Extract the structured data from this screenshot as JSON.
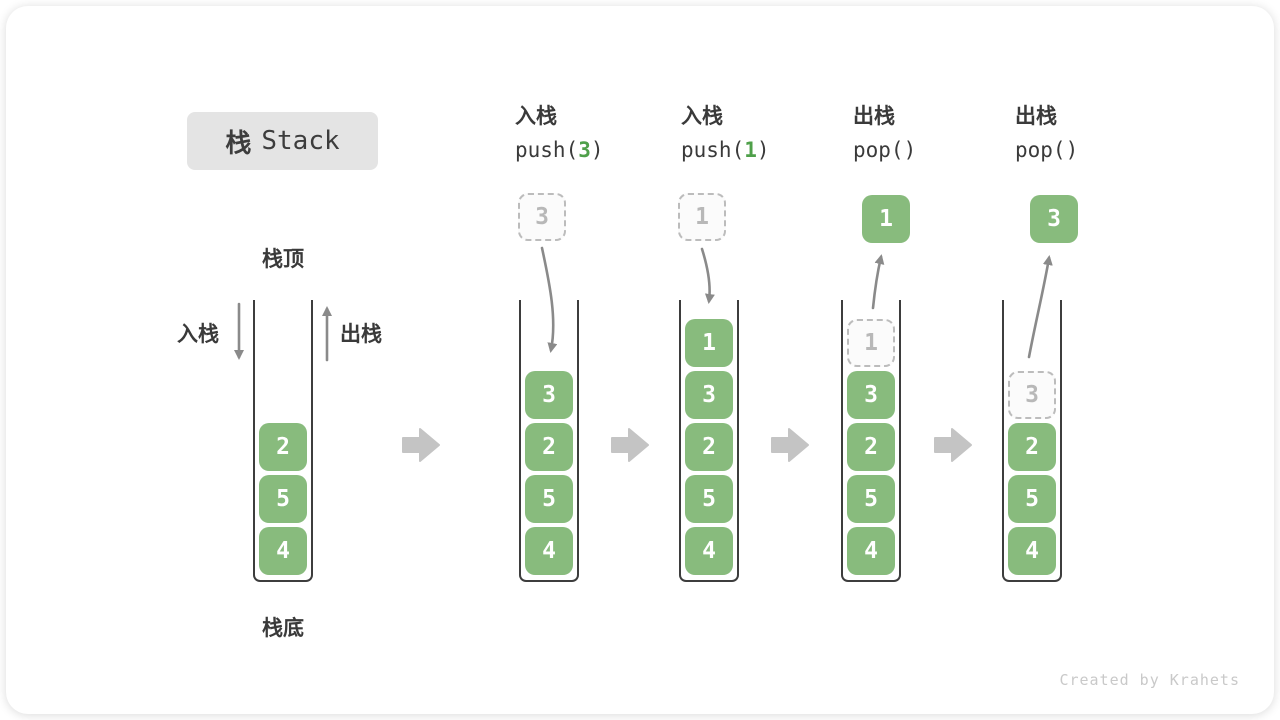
{
  "title": {
    "zh": "栈",
    "en": "Stack"
  },
  "legend": {
    "stack_top": "栈顶",
    "stack_bottom": "栈底",
    "push_label": "入栈",
    "pop_label": "出栈"
  },
  "ops": [
    {
      "zh": "入栈",
      "pre": "push(",
      "arg": "3",
      "post": ")"
    },
    {
      "zh": "入栈",
      "pre": "push(",
      "arg": "1",
      "post": ")"
    },
    {
      "zh": "出栈",
      "fn": "pop()"
    },
    {
      "zh": "出栈",
      "fn": "pop()"
    }
  ],
  "stacks": {
    "s1": {
      "items": [
        "2",
        "5",
        "4"
      ]
    },
    "s2": {
      "incoming": "3",
      "items": [
        "3",
        "2",
        "5",
        "4"
      ]
    },
    "s3": {
      "incoming": "1",
      "items": [
        "1",
        "3",
        "2",
        "5",
        "4"
      ]
    },
    "s4": {
      "popped": "1",
      "ghost": "1",
      "items": [
        "3",
        "2",
        "5",
        "4"
      ]
    },
    "s5": {
      "popped": "3",
      "ghost": "3",
      "items": [
        "2",
        "5",
        "4"
      ]
    }
  },
  "footer": "Created by Krahets",
  "colors": {
    "cell_green": "#88BB7D",
    "arg_green": "#4FA04A",
    "arrow_gray": "#8a8a8a",
    "block_arrow_gray": "#c4c4c4",
    "badge_bg": "#e4e4e4",
    "text_dark": "#3a3a3a",
    "ghost_gray": "#bcbcbc"
  }
}
